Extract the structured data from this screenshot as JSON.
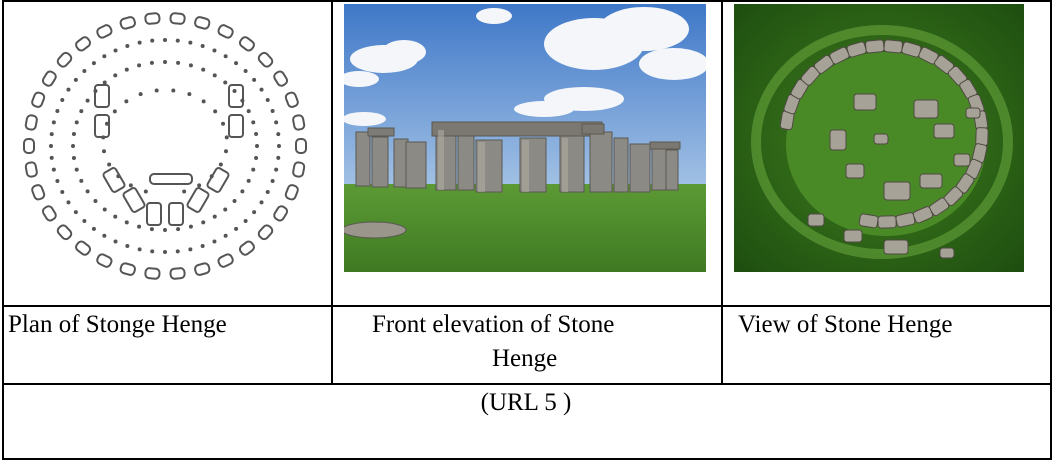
{
  "captions": {
    "plan": "Plan of Stonge Henge",
    "front_line1": "Front elevation of Stone",
    "front_line2": "Henge",
    "view": "View of Stone Henge"
  },
  "source": "(URL 5 )",
  "images": {
    "plan": "stonehenge-plan-drawing",
    "front": "stonehenge-front-elevation-photo",
    "view": "stonehenge-aerial-view-photo"
  }
}
